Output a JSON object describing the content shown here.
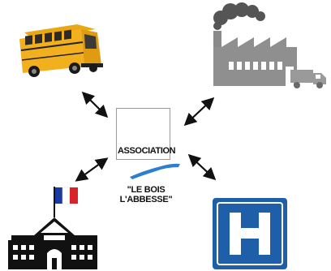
{
  "center": {
    "label": "ASSOCIATION",
    "name": "\"LE BOIS L'ABBESSE\""
  },
  "nodes": [
    {
      "icon": "school-bus-icon"
    },
    {
      "icon": "factory-icon"
    },
    {
      "icon": "school-building-icon"
    },
    {
      "icon": "hospital-icon"
    }
  ],
  "hospital": {
    "letter": "H",
    "color": "#1f5faa"
  },
  "flag_colors": [
    "#1a3aa0",
    "#ffffff",
    "#d8232a"
  ],
  "brush_color": "#2a7fd0"
}
